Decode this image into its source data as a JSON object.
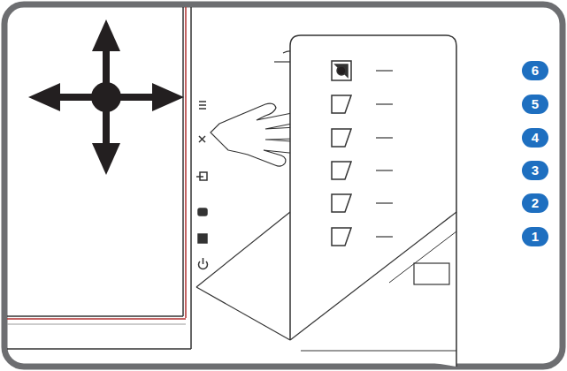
{
  "diagram": {
    "labels": [
      "6",
      "5",
      "4",
      "3",
      "2",
      "1"
    ]
  }
}
